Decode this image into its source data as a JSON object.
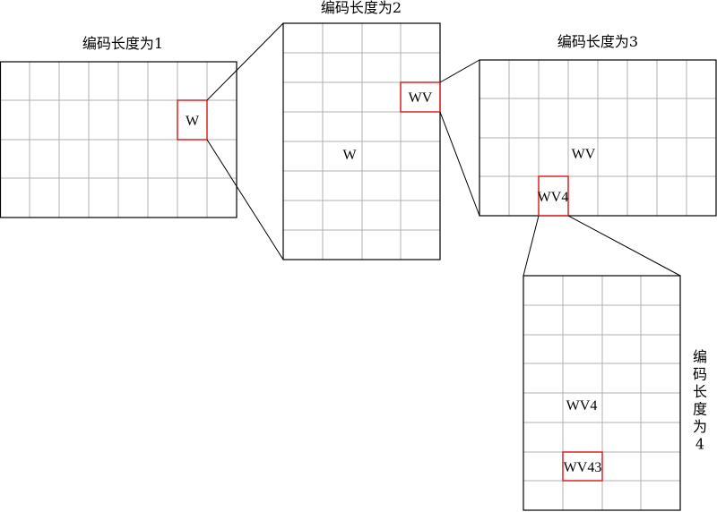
{
  "grids": [
    {
      "title": "编码长度为1",
      "cols": 8,
      "rows": 4
    },
    {
      "title": "编码长度为2",
      "cols": 4,
      "rows": 8
    },
    {
      "title": "编码长度为3",
      "cols": 8,
      "rows": 4
    },
    {
      "title": "编码长度为4",
      "cols": 4,
      "rows": 8
    }
  ],
  "cell_labels": {
    "g1_w": "W",
    "g2_w": "W",
    "g2_wv": "WV",
    "g3_wv": "WV",
    "g3_wv4": "WV4",
    "g4_wv4": "WV4",
    "g4_wv43": "WV43"
  },
  "colors": {
    "grid_line": "#b0b0b0",
    "border": "#000000",
    "highlight": "#e02020"
  }
}
